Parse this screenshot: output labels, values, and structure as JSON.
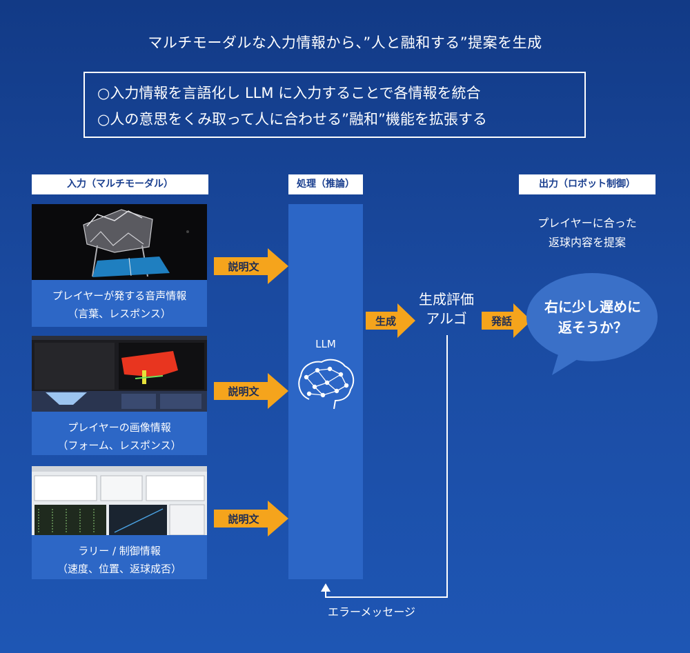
{
  "title": "マルチモーダルな入力情報から、”人と融和する”提案を生成",
  "summary": {
    "line1": "○入力情報を言語化し LLM に入力することで各情報を統合",
    "line2": "○人の意思をくみ取って人に合わせる”融和”機能を拡張する"
  },
  "sections": {
    "input": "入力（マルチモーダル）",
    "process": "処理（推論）",
    "output": "出力（ロボット制御）"
  },
  "inputs": [
    {
      "line1": "プレイヤーが発する音声情報",
      "line2": "（言葉、レスポンス）",
      "arrow": "説明文"
    },
    {
      "line1": "プレイヤーの画像情報",
      "line2": "（フォーム、レスポンス）",
      "arrow": "説明文"
    },
    {
      "line1": "ラリー / 制御情報",
      "line2": "（速度、位置、返球成否）",
      "arrow": "説明文"
    }
  ],
  "llm_label": "LLM",
  "generate_arrow": "生成",
  "algorithm": {
    "line1": "生成評価",
    "line2": "アルゴ"
  },
  "speech_arrow": "発話",
  "output_note": {
    "line1": "プレイヤーに合った",
    "line2": "返球内容を提案"
  },
  "bubble": {
    "line1": "右に少し遅めに",
    "line2": "返そうか？"
  },
  "error_message": "エラーメッセージ",
  "colors": {
    "arrow": "#f5a41c",
    "panel": "#2d67c6",
    "bubble": "#3a70c8",
    "background": "#1a4aa0"
  }
}
